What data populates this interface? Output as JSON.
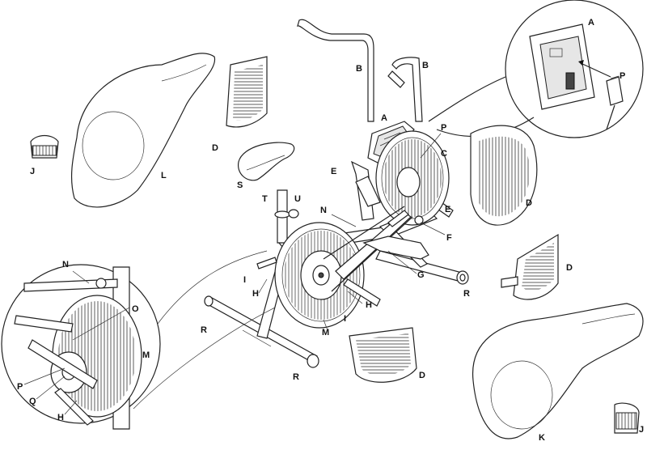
{
  "labels": {
    "A": "A",
    "B": "B",
    "C": "C",
    "D": "D",
    "E": "E",
    "F": "F",
    "G": "G",
    "H": "H",
    "I": "I",
    "J": "J",
    "K": "K",
    "L": "L",
    "M": "M",
    "N": "N",
    "O": "O",
    "P": "P",
    "Q": "Q",
    "R": "R",
    "S": "S",
    "T": "T",
    "U": "U"
  }
}
